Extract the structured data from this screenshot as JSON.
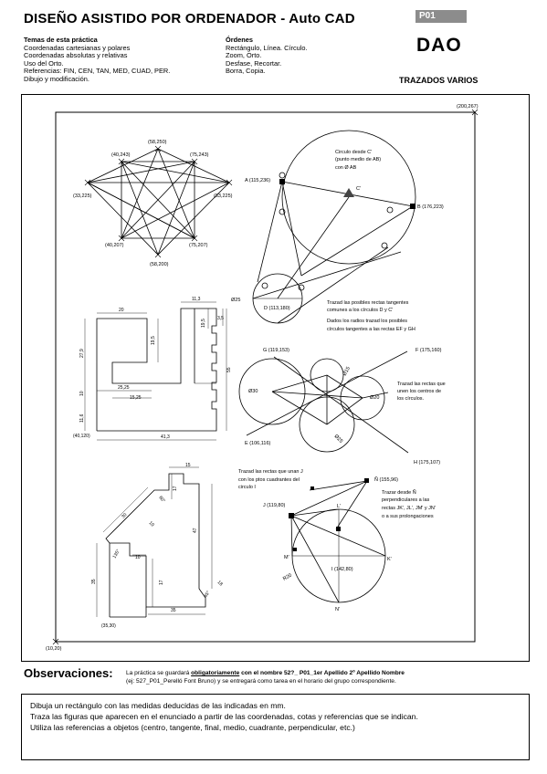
{
  "header": {
    "title": "DISEÑO ASISTIDO POR ORDENADOR - Auto CAD",
    "code": "P01",
    "brand": "DAO",
    "subtitle": "TRAZADOS VARIOS"
  },
  "topics": {
    "heading": "Temas de esta práctica",
    "lines": [
      "Coordenadas cartesianas y polares",
      "Coordenadas absolutas y relativas",
      "Uso del Orto.",
      "Referencias: FIN, CEN, TAN, MED, CUAD, PER.",
      "Dibujo y modificación."
    ]
  },
  "commands": {
    "heading": "Órdenes",
    "lines": [
      "Rectángulo, Línea. Círculo.",
      "Zoom, Orto.",
      "Desfase, Recortar.",
      "Borra, Copia."
    ]
  },
  "drawing": {
    "corner_tr": "(200,267)",
    "corner_bl": "(10,20)",
    "star_labels": {
      "top": "(58,250)",
      "ul": "(40,243)",
      "ur": "(75,243)",
      "l": "(33,225)",
      "r": "(83,225)",
      "ll": "(40,207)",
      "lr": "(75,207)",
      "bottom": "(58,200)"
    },
    "circle_group": {
      "a": "A (115,236)",
      "b": "B (176,223)",
      "c": "C'",
      "note1": "Circulo desde C'",
      "note2": "(punto medio de AB)",
      "note3": "con Ø AB",
      "d": "D (113,180)",
      "d_dia": "Ø25",
      "tan1": "Trazad las posibles rectas tangentes",
      "tan2": "comunes a los círculos D y C'",
      "tan3": "Dados los radios trazad los posibles",
      "tan4": "círculos tangentes a las rectas EF y GH"
    },
    "bracket": {
      "d20": "20",
      "d113": "11,3",
      "d35a": "3,5",
      "d195a": "19,5",
      "d195b": "19,5",
      "d279": "27,9",
      "d55": "55",
      "d10": "10",
      "d2525": "25,25",
      "d1525": "15,25",
      "d116": "11,6",
      "d413": "41,3",
      "origin": "(40,120)"
    },
    "four_circles": {
      "g": "G (119,153)",
      "f": "F (175,160)",
      "e": "E (106,116)",
      "h": "H (175,107)",
      "d30": "Ø30",
      "d15": "Ø15",
      "d20": "Ø20",
      "d25": "Ø25",
      "note1": "Trazad las rectas que",
      "note2": "unen los centros de",
      "note3": "los círculos."
    },
    "house": {
      "d15": "15",
      "d60": "60°",
      "d17a": "17",
      "d30": "30",
      "d10a": "10",
      "d47": "47",
      "d135": "135°",
      "d10b": "10",
      "d35a": "35",
      "d17b": "17",
      "d18": "18",
      "d45": "45°",
      "d35b": "35",
      "origin": "(35,30)"
    },
    "circle_i": {
      "note1": "Trazad las rectas que unan J",
      "note2": "con los ptos cuadrantes del",
      "note3": "circulo I",
      "n": "Ñ (155,96)",
      "j": "J (119,80)",
      "note4": "Trazar desde Ñ",
      "note5": "perpendiculares a las",
      "note6": "rectas JK', JL', JM' y JN'",
      "note7": "o a sus prolongaciones",
      "l": "L'",
      "k": "K'",
      "m": "M'",
      "nn": "N'",
      "i": "I (142,80)",
      "r20": "R20"
    }
  },
  "observations": {
    "label": "Observaciones:",
    "line1_a": "La práctica se guardará ",
    "line1_b": "obligatoriamente",
    "line1_c": " con el nombre  52?_ P01_1er Apellido 2º Apellido Nombre",
    "line2": "(ej: 527_P01_Perelló Font Bruno) y se entregará como tarea en el horario del grupo correspondiente."
  },
  "instructions": [
    "Dibuja un rectángulo con las medidas deducidas de las indicadas en mm.",
    "Traza las figuras que aparecen en el enunciado a partir de las coordenadas, cotas y referencias que se indican.",
    "Utiliza las referencias a objetos (centro, tangente, final, medio, cuadrante, perpendicular, etc.)"
  ]
}
